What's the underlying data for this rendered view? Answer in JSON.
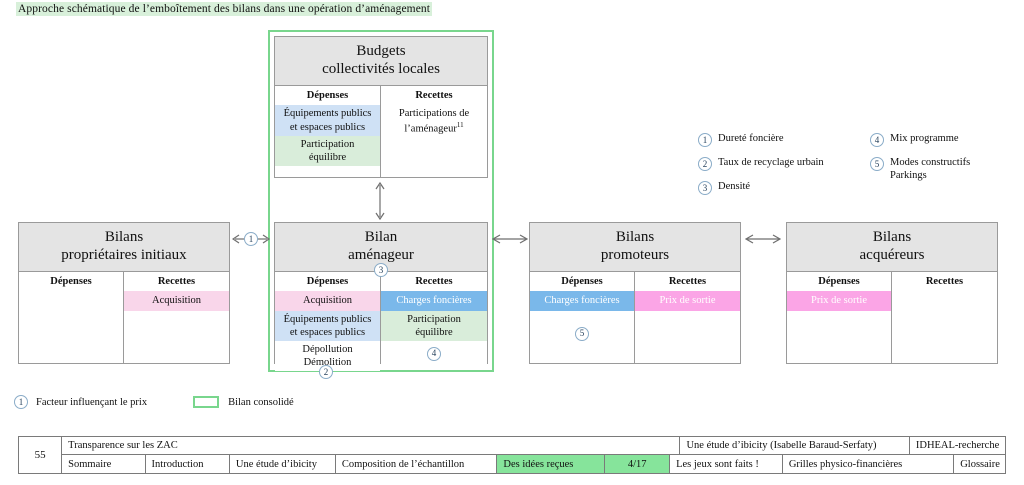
{
  "title": "Approche schématique de l’emboîtement des bilans dans une opération d’aménagement",
  "boxes": {
    "budgets": {
      "title_line1": "Budgets",
      "title_line2": "collectivités locales",
      "col_left_head": "Dépenses",
      "col_right_head": "Recettes",
      "left_cells": [
        {
          "text_line1": "Équipements publics",
          "text_line2": "et espaces publics",
          "fill": "#cfe1f5"
        },
        {
          "text_line1": "Participation",
          "text_line2": "équilibre",
          "fill": "#d9edda"
        }
      ],
      "right_cells": [
        {
          "text_line1": "Participations de",
          "text_line2": "l’aménageur",
          "sup": "11",
          "fill": "#ffffff"
        }
      ]
    },
    "proprietaires": {
      "title_line1": "Bilans",
      "title_line2": "propriétaires initiaux",
      "col_left_head": "Dépenses",
      "col_right_head": "Recettes",
      "left_cells": [],
      "right_cells": [
        {
          "text_line1": "Acquisition",
          "fill": "#f9d6ea"
        }
      ]
    },
    "amenageur": {
      "title_line1": "Bilan",
      "title_line2": "aménageur",
      "col_left_head": "Dépenses",
      "col_right_head": "Recettes",
      "marker_header": "3",
      "marker_recettes": "4",
      "marker_below": "2",
      "left_cells": [
        {
          "text_line1": "Acquisition",
          "fill": "#f9d6ea"
        },
        {
          "text_line1": "Équipements publics",
          "text_line2": "et espaces publics",
          "fill": "#cfe1f5"
        },
        {
          "text_line1": "Dépollution",
          "text_line2": "Démolition",
          "fill": "#ffffff"
        }
      ],
      "right_cells": [
        {
          "text_line1": "Charges foncières",
          "fill": "#7ab8ea"
        },
        {
          "text_line1": "Participation",
          "text_line2": "équilibre",
          "fill": "#d9edda"
        }
      ]
    },
    "promoteurs": {
      "title_line1": "Bilans",
      "title_line2": "promoteurs",
      "col_left_head": "Dépenses",
      "col_right_head": "Recettes",
      "marker_depenses": "5",
      "left_cells": [
        {
          "text_line1": "Charges foncières",
          "fill": "#7ab8ea"
        }
      ],
      "right_cells": [
        {
          "text_line1": "Prix de sortie",
          "fill": "#fba5e6"
        }
      ]
    },
    "acquereurs": {
      "title_line1": "Bilans",
      "title_line2": "acquéreurs",
      "col_left_head": "Dépenses",
      "col_right_head": "Recettes",
      "left_cells": [
        {
          "text_line1": "Prix de sortie",
          "fill": "#fba5e6"
        }
      ],
      "right_cells": []
    }
  },
  "connector_markers": {
    "proprietaires_to_amenageur": "1"
  },
  "legend_right": {
    "column1": [
      {
        "num": "1",
        "label_line1": "Dureté foncière"
      },
      {
        "num": "2",
        "label_line1": "Taux de recyclage urbain"
      },
      {
        "num": "3",
        "label_line1": "Densité"
      }
    ],
    "column2": [
      {
        "num": "4",
        "label_line1": "Mix programme"
      },
      {
        "num": "5",
        "label_line1": "Modes constructifs",
        "label_line2": "Parkings"
      }
    ]
  },
  "legend_bottom": {
    "factor_num": "1",
    "factor_label": "Facteur influençant le prix",
    "consolidated_label": "Bilan consolidé",
    "consolidated_color": "#79d68d"
  },
  "footer": {
    "page_number": "55",
    "doc_title": "Transparence sur les ZAC",
    "study_credit": "Une étude d’ibicity (Isabelle Baraud-Serfaty)",
    "org": "IDHEAL-recherche",
    "nav": [
      {
        "label": "Sommaire",
        "active": false
      },
      {
        "label": "Introduction",
        "active": false
      },
      {
        "label": "Une étude d’ibicity",
        "active": false
      },
      {
        "label": "Composition de l’échantillon",
        "active": false
      },
      {
        "label": "Des idées reçues",
        "active": true
      },
      {
        "label": "4/17",
        "active": true
      },
      {
        "label": "Les jeux sont faits !",
        "active": false
      },
      {
        "label": "Grilles physico-financières",
        "active": false
      },
      {
        "label": "Glossaire",
        "active": false
      }
    ],
    "highlight_color": "#86e49b"
  }
}
